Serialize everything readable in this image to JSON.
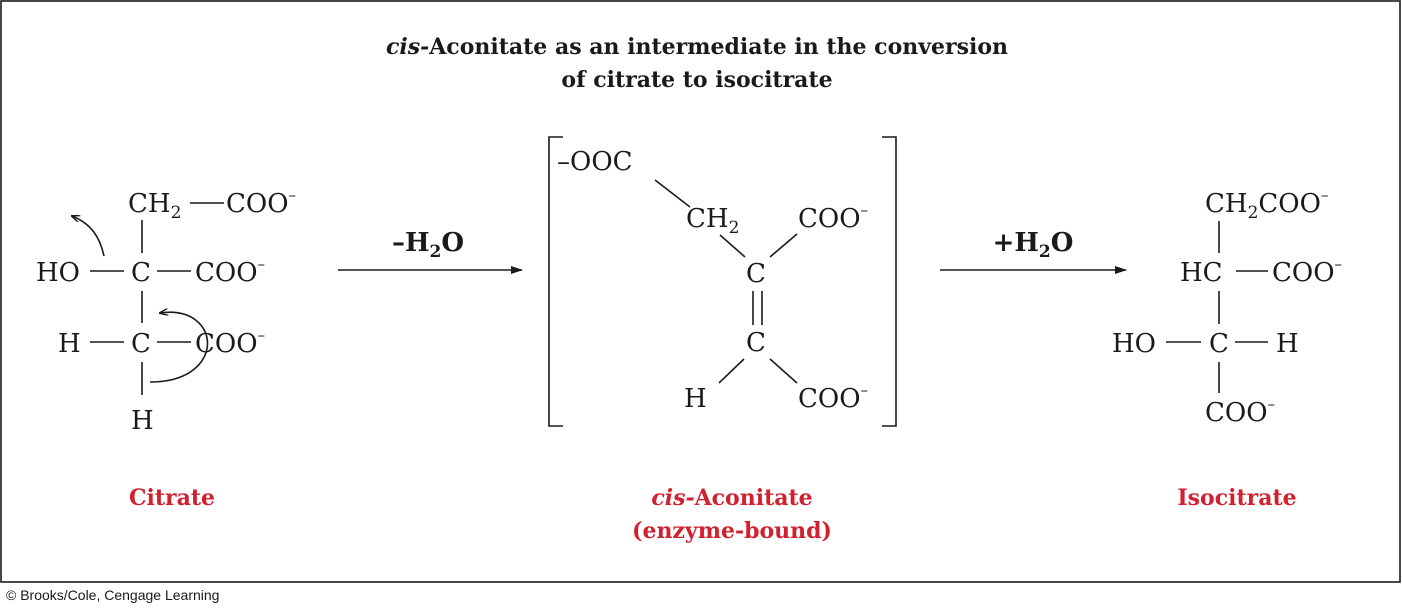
{
  "title": {
    "italic": "cis-",
    "line1": "Aconitate as an intermediate in the conversion",
    "line2": "of citrate to isocitrate"
  },
  "steps": {
    "dehydration": {
      "sign": "–H",
      "sub": "2",
      "tail": "O"
    },
    "hydration": {
      "sign": "+H",
      "sub": "2",
      "tail": "O"
    }
  },
  "atoms": {
    "ch2": "CH",
    "two": "2",
    "coo": "COO",
    "minus": "–",
    "ho": "HO",
    "h": "H",
    "c": "C",
    "hc": "HC",
    "minus_ooc": "–OOC"
  },
  "labels": {
    "citrate": "Citrate",
    "aconitate_italic": "cis-",
    "aconitate": "Aconitate",
    "aconitate_note": "(enzyme-bound)",
    "isocitrate": "Isocitrate"
  },
  "credit": "© Brooks/Cole, Cengage Learning",
  "colors": {
    "label_red": "#d1202f",
    "ink": "#1a1a1a"
  }
}
